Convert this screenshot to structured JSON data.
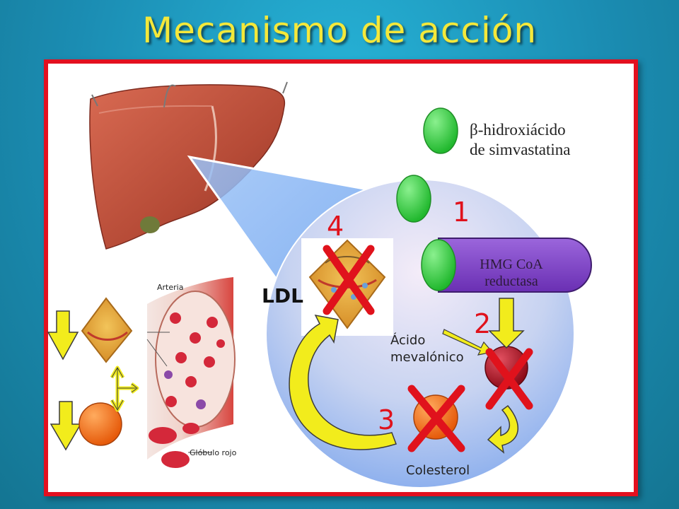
{
  "slide": {
    "title": "Mecanismo de acción"
  },
  "legend": {
    "line1": "β-hidroxiácido",
    "line2": "de simvastatina"
  },
  "steps": [
    "1",
    "2",
    "3",
    "4"
  ],
  "enzyme": {
    "line1": "HMG CoA",
    "line2": "reductasa"
  },
  "labels": {
    "ldl": "LDL",
    "acid_line1": "Ácido",
    "acid_line2": "mevalónico",
    "cholesterol": "Colesterol"
  },
  "artery": {
    "artery_label": "Arteria",
    "rbc_label": "Glóbulo rojo"
  },
  "colors": {
    "title": "#f4e83a",
    "border": "#e3101f",
    "statin": "#3ed24a",
    "enzyme": "#7b3fc4",
    "mevalonic": "#a3101f",
    "cholesterol": "#f06a14",
    "arrow": "#f2ec1c",
    "cross": "#e0121c"
  }
}
